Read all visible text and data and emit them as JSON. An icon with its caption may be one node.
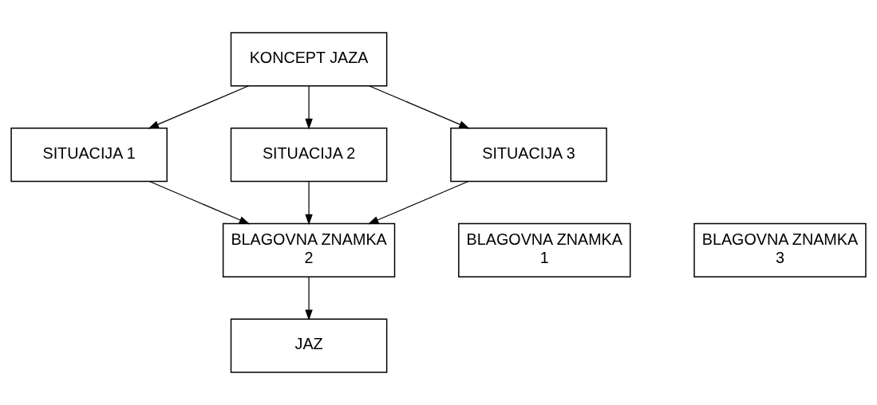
{
  "diagram": {
    "nodes": [
      {
        "text": [
          "KONCEPT JAZA"
        ]
      },
      {
        "text": [
          "SITUACIJA 1"
        ]
      },
      {
        "text": [
          "SITUACIJA 2"
        ]
      },
      {
        "text": [
          "SITUACIJA 3"
        ]
      },
      {
        "text": [
          "BLAGOVNA ZNAMKA 1"
        ]
      },
      {
        "text": [
          "BLAGOVNA ZNAMKA 2"
        ]
      },
      {
        "text": [
          "BLAGOVNA ZNAMKA 3"
        ]
      },
      {
        "text": [
          "JAZ"
        ]
      }
    ],
    "edges": [
      {
        "from": 0,
        "to": 1,
        "arrow": "to"
      },
      {
        "from": 0,
        "to": 2,
        "arrow": "to"
      },
      {
        "from": 0,
        "to": 3,
        "arrow": "to"
      },
      {
        "from": 1,
        "to": 5,
        "arrow": "to"
      },
      {
        "from": 2,
        "to": 5,
        "arrow": "to"
      },
      {
        "from": 3,
        "to": 5,
        "arrow": "to"
      },
      {
        "from": 5,
        "to": 7,
        "arrow": "to"
      }
    ]
  }
}
